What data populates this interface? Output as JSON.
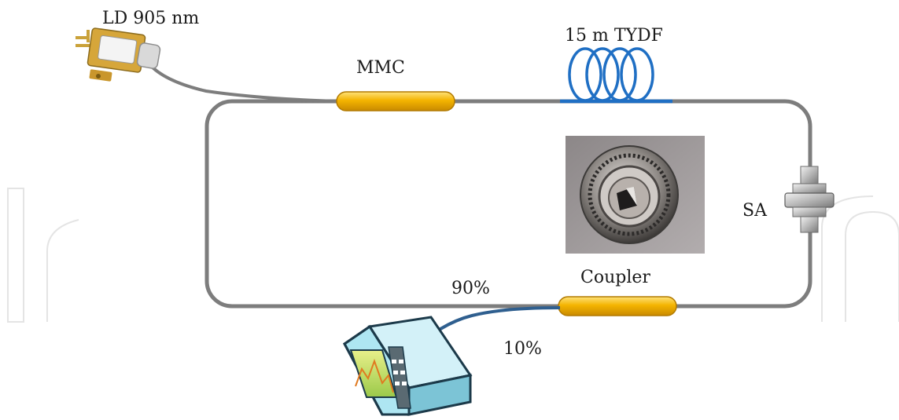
{
  "labels": {
    "laser": "LD 905 nm",
    "mmc": "MMC",
    "fiber": "15 m TYDF",
    "sa": "SA",
    "coupler": "Coupler",
    "pct_90": "90%",
    "pct_10": "10%"
  },
  "colors": {
    "fiber_loop": "#7d7d7d",
    "gain_fiber": "#1f6fc4",
    "component_gold": "#f4b400",
    "output_fiber": "#2f5f8f",
    "osa_body": "#aee6f2"
  },
  "icons": {
    "laser": "laser-diode-icon",
    "sa": "saturable-absorber-connector-icon",
    "photo": "fiber-ferrule-photo",
    "analyzer": "optical-spectrum-analyzer-icon"
  }
}
